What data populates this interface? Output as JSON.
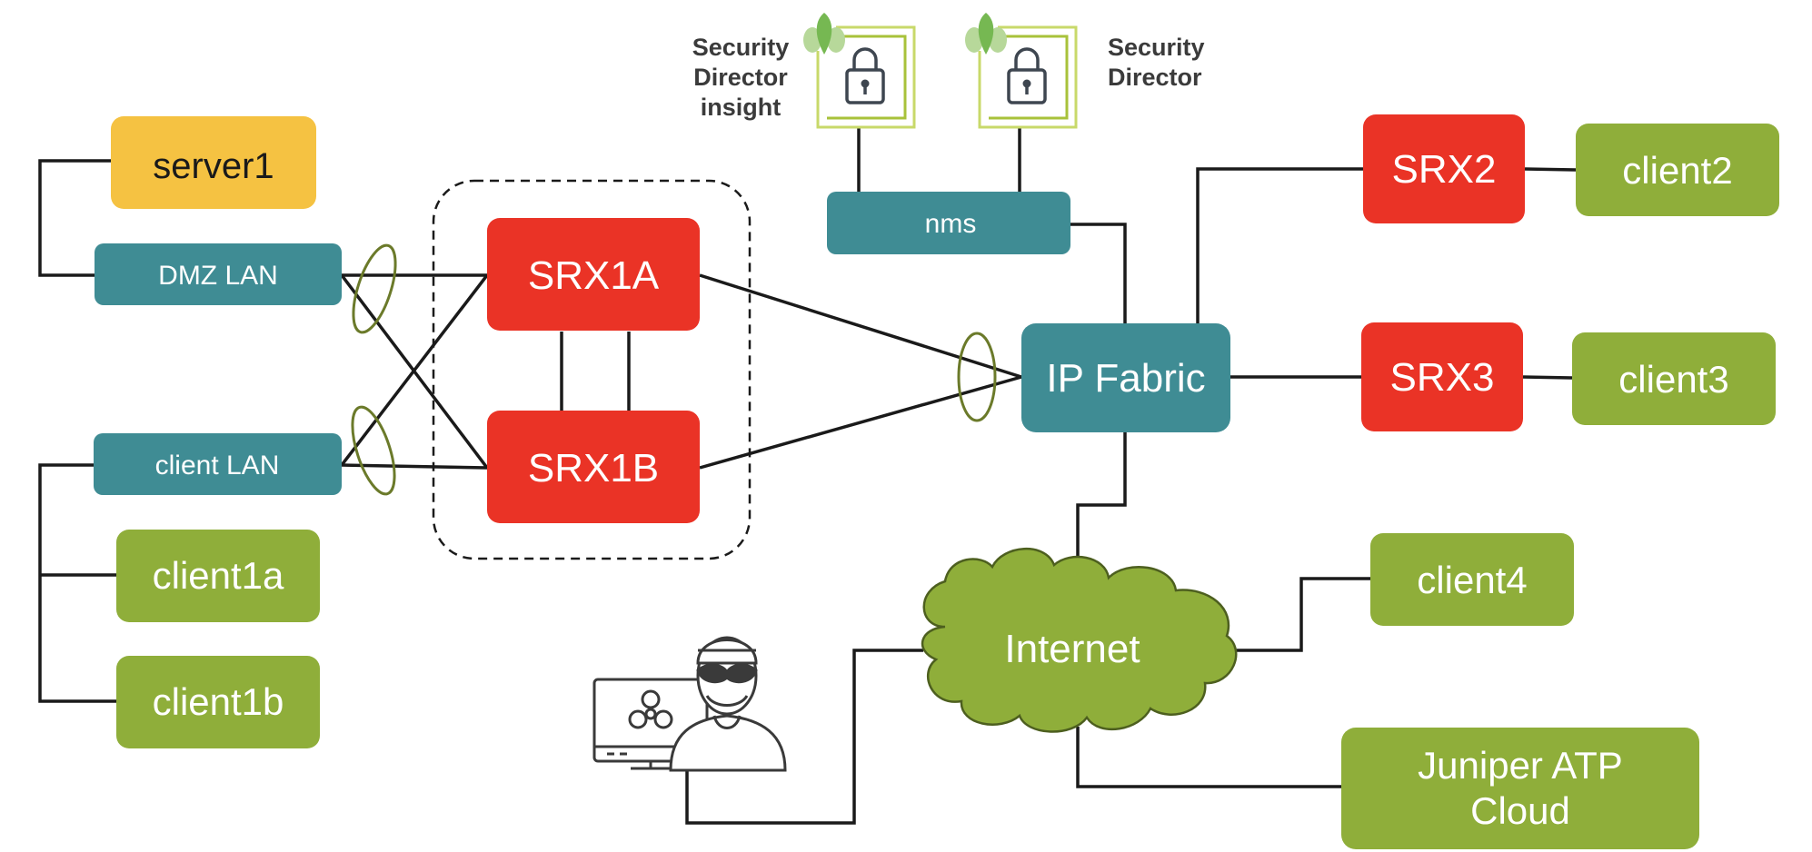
{
  "colors": {
    "server": "#f5c242",
    "lan": "#3f8c94",
    "srx": "#ea3326",
    "client": "#8fae3a",
    "cloud": "#8fae3a",
    "ellipse": "#6b7a2a",
    "padlock_frame": "#c8d96a",
    "leaf": "#76b852",
    "wire": "#1a1a1a"
  },
  "nodes": {
    "server1": "server1",
    "dmz_lan": "DMZ LAN",
    "client_lan": "client LAN",
    "client1a": "client1a",
    "client1b": "client1b",
    "srx1a": "SRX1A",
    "srx1b": "SRX1B",
    "nms": "nms",
    "ip_fabric": "IP Fabric",
    "srx2": "SRX2",
    "srx3": "SRX3",
    "client2": "client2",
    "client3": "client3",
    "client4": "client4",
    "internet": "Internet",
    "atp_cloud_line1": "Juniper ATP",
    "atp_cloud_line2": "Cloud"
  },
  "labels": {
    "sd_insight": [
      "Security",
      "Director",
      "insight"
    ],
    "sd": [
      "Security",
      "Director"
    ]
  },
  "icons": {
    "padlock": "padlock-icon",
    "leaf": "leaf-icon",
    "hacker": "hacker-icon",
    "monitor": "biohazard-monitor-icon"
  }
}
